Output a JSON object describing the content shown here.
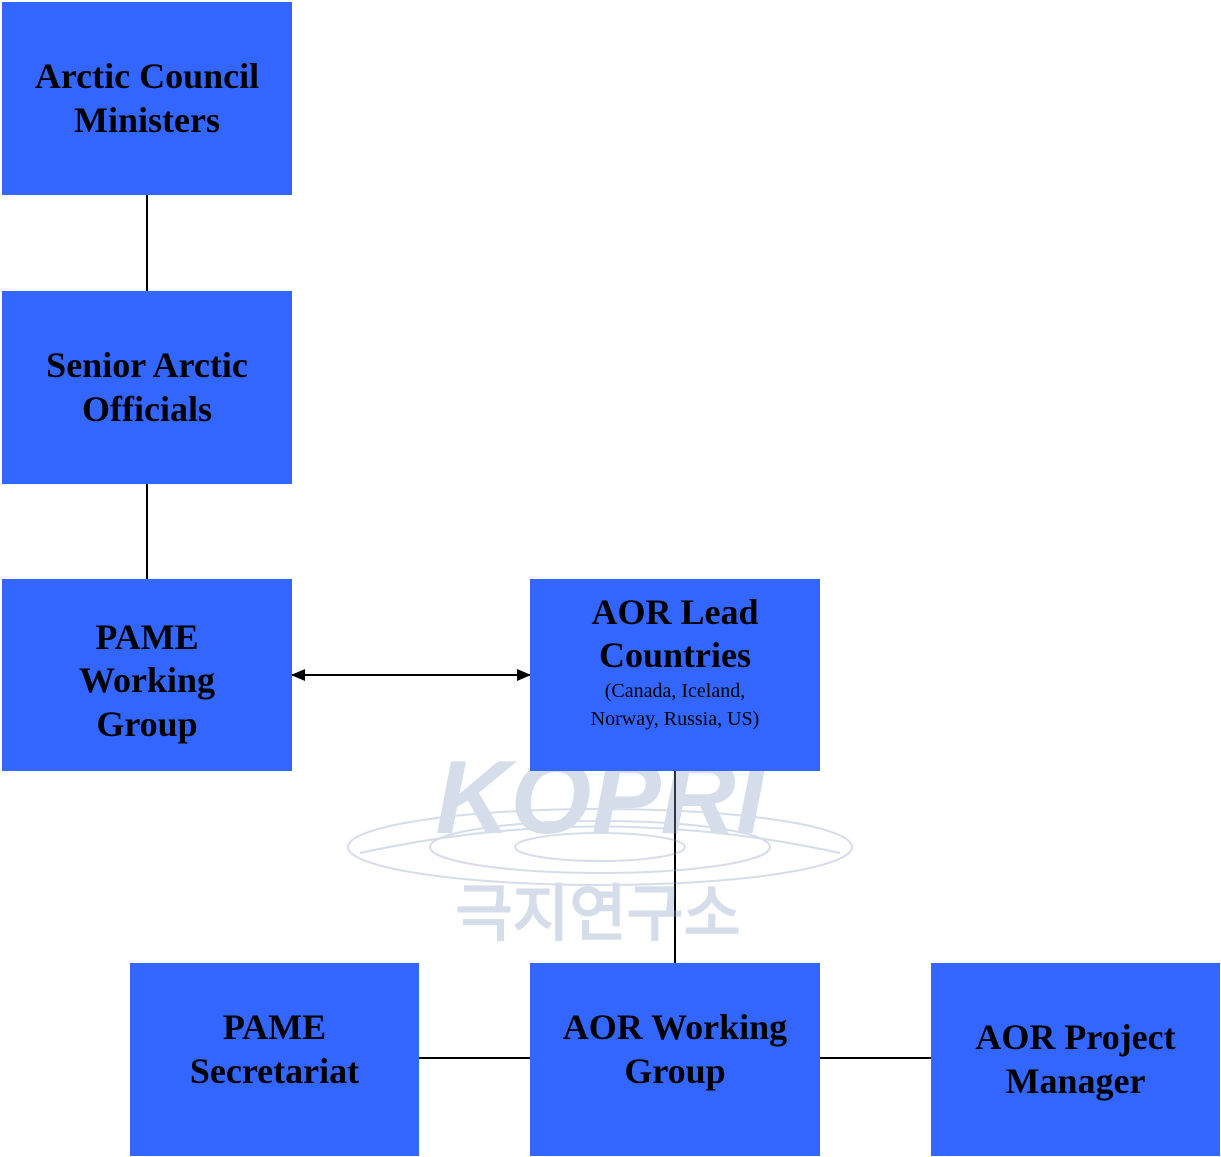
{
  "nodes": {
    "ministers": {
      "label_line1": "Arctic Council",
      "label_line2": "Ministers"
    },
    "senior_officials": {
      "label_line1": "Senior Arctic",
      "label_line2": "Officials"
    },
    "pame_wg": {
      "label_line1": "PAME",
      "label_line2": "Working",
      "label_line3": "Group"
    },
    "aor_lead": {
      "label_line1": "AOR Lead",
      "label_line2": "Countries",
      "sub_line1": "(Canada, Iceland,",
      "sub_line2": "Norway, Russia, US)"
    },
    "pame_secretariat": {
      "label_line1": "PAME",
      "label_line2": "Secretariat"
    },
    "aor_wg": {
      "label_line1": "AOR Working",
      "label_line2": "Group"
    },
    "aor_pm": {
      "label_line1": "AOR Project",
      "label_line2": "Manager"
    }
  },
  "watermark": {
    "logo_text": "KOPRI",
    "korean_text": "극지연구소"
  },
  "colors": {
    "box_fill": "#3366ff",
    "line": "#000000",
    "watermark": "#8a9cc4"
  }
}
